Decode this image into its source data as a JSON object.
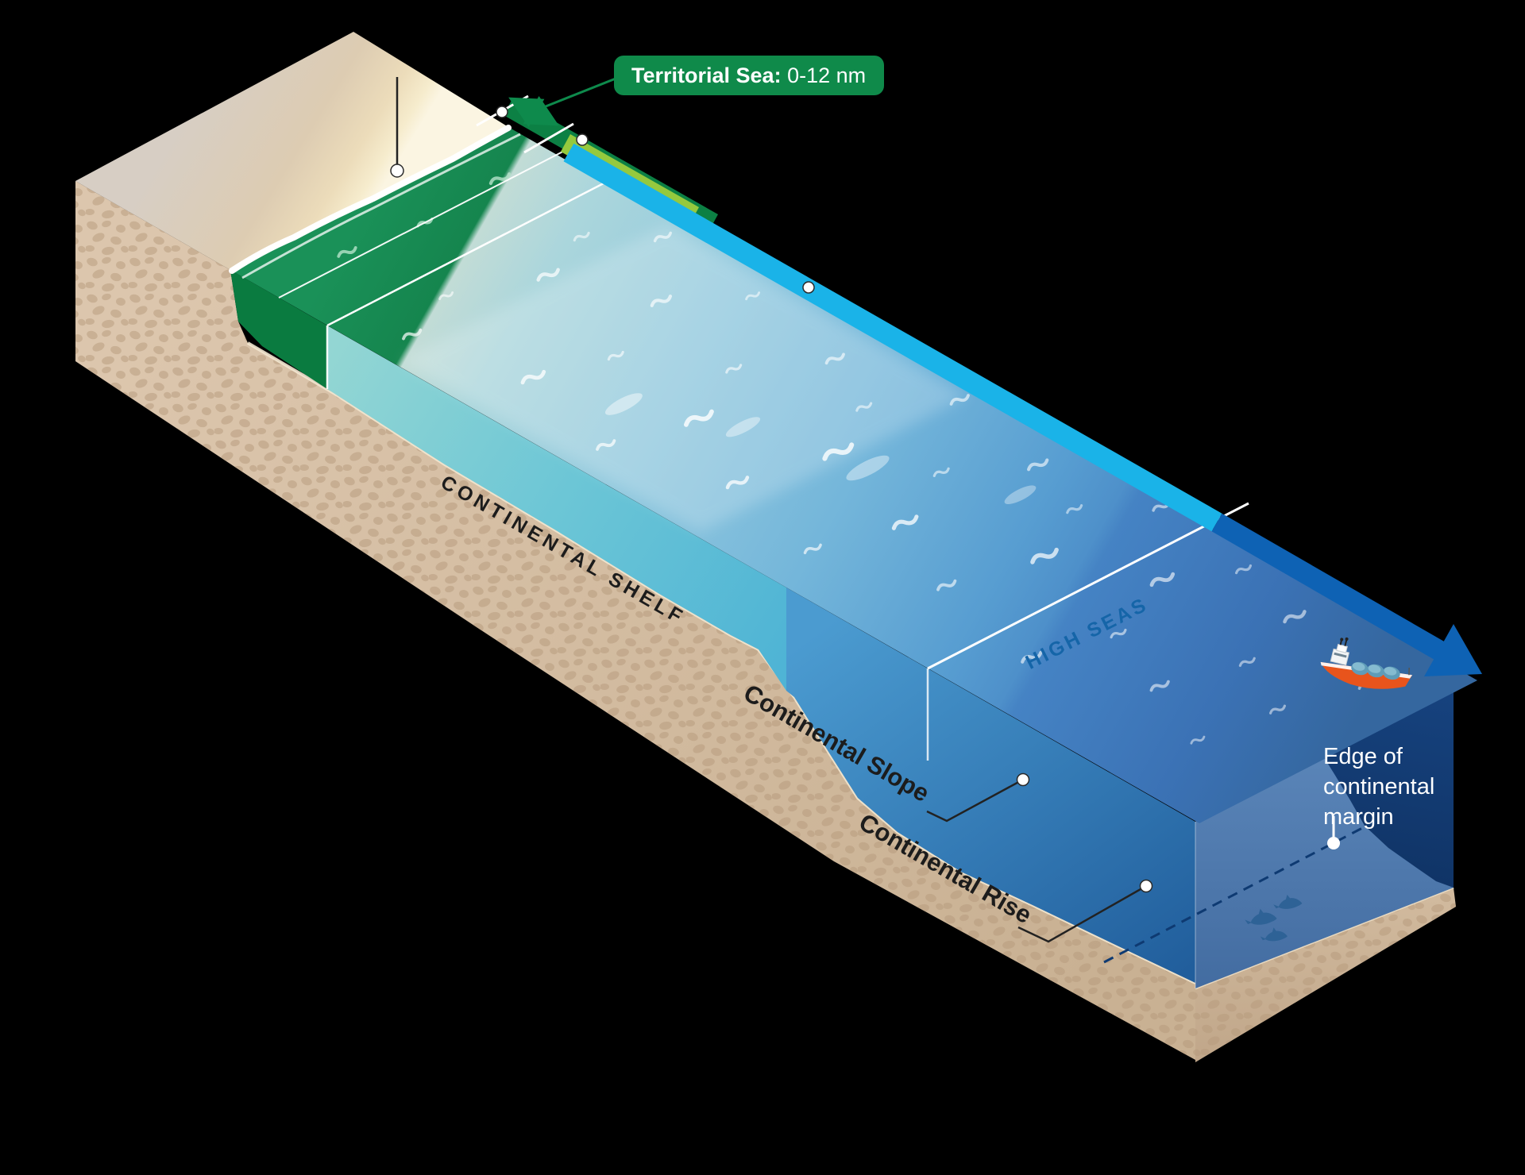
{
  "figure": {
    "description": "Isometric cutaway diagram of ocean maritime zones and continental margin"
  },
  "territorial_sea_label": {
    "bold_part": "Territorial Sea:",
    "value_part": " 0-12 nm"
  },
  "zone_labels": {
    "continental_shelf": "CONTINENTAL SHELF",
    "continental_slope": "Continental Slope",
    "continental_rise": "Continental Rise",
    "high_seas": "HIGH SEAS",
    "edge_of_margin_lines": [
      "Edge of",
      "continental",
      "margin"
    ]
  },
  "colors": {
    "territorial_sea_green": "#0f8a4a",
    "contiguous_zone_lime": "#95c93e",
    "zone_arrow_cyan": "#1ab3e8",
    "zone_arrow_dark_blue": "#0e62b4",
    "shallow_water": "#9ed2de",
    "deep_water_surface": "#35679f",
    "abyss_navy": "#123a72",
    "rock_tan": "#d8c2a9",
    "high_seas_text_blue": "#1565a8",
    "label_text_dark": "#1c1c1c"
  }
}
